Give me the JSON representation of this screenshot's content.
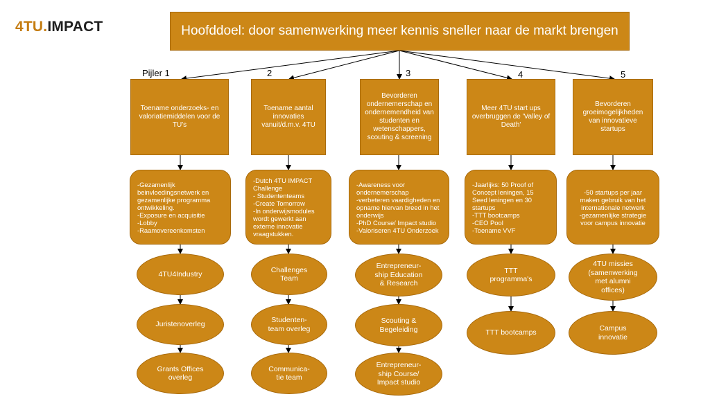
{
  "logo": {
    "num": "4TU",
    "dot": ".",
    "name": "IMPACT"
  },
  "title": "Hoofddoel: door samenwerking meer kennis sneller naar de markt brengen",
  "pillar_labels": [
    "Pijler 1",
    "2",
    "3",
    "4",
    "5"
  ],
  "pillars": [
    "Toename onderzoeks- en valoriatiemiddelen voor de TU's",
    "Toename aantal innovaties vanuit/d.m.v. 4TU",
    "Bevorderen ondernemerschap en ondernemendheid van studenten en wetenschappers, scouting & screening",
    "Meer 4TU start ups overbruggen de 'Valley of Death'",
    "Bevorderen groeimogelijkheden van innovatieve startups"
  ],
  "actions": [
    "-Gezamenlijk beinvloedingsnetwerk en gezamenlijke programma ontwikkeling.\n-Exposure en acquisitie\n-Lobby\n-Raamovereenkomsten",
    "-Dutch 4TU IMPACT Challenge\n- Studententeams\n-Create Tomorrow\n-In onderwijsmodules wordt gewerkt aan externe innovatie vraagstukken.",
    "-Awareness voor ondernemerschap\n-verbeteren vaardigheden en opname hiervan breed in het onderwijs\n-PhD Course/ Impact studio\n-Valoriseren 4TU Onderzoek",
    "-Jaarlijks: 50 Proof of Concept leningen, 15 Seed leningen en 30 startups\n-TTT bootcamps\n-CEO Pool\n-Toename VVF",
    "-50 startups per jaar maken gebruik van het internationale netwerk\n-gezamenlijke strategie voor campus innovatie"
  ],
  "programs": [
    [
      "4TU4Industry",
      "Juristenoverleg",
      "Grants Offices\noverleg"
    ],
    [
      "Challenges\nTeam",
      "Studenten-\nteam overleg",
      "Communica-\ntie team"
    ],
    [
      "Entrepreneur-\nship Education\n& Research",
      "Scouting &\nBegeleiding",
      "Entrepreneur-\nship Course/\nImpact studio"
    ],
    [
      "TTT\nprogramma's",
      "TTT bootcamps"
    ],
    [
      "4TU missies\n(samenwerking\nmet alumni\noffices)",
      "Campus\ninnovatie"
    ]
  ],
  "colors": {
    "box_fill": "#cc8717",
    "box_border": "#a86a0c",
    "logo_accent": "#c57d12",
    "text_on_box": "#ffffff"
  }
}
